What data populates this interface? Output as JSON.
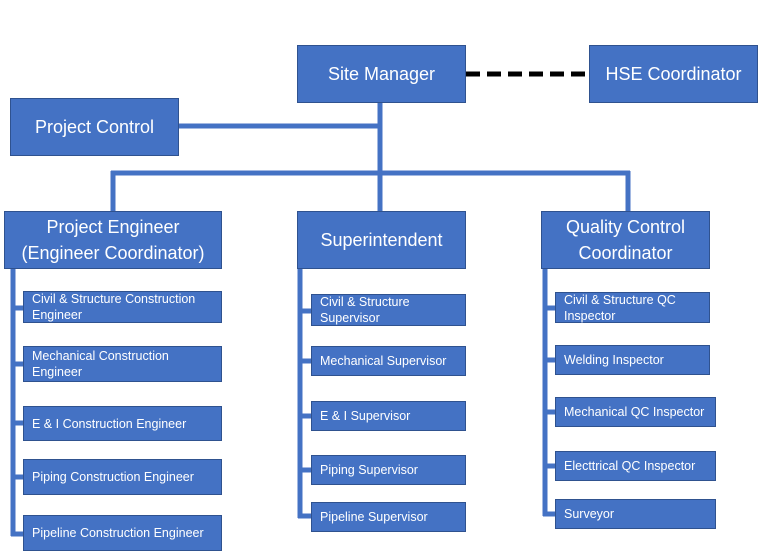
{
  "top": {
    "site_manager": "Site Manager",
    "hse_coordinator": "HSE Coordinator",
    "project_control": "Project Control"
  },
  "columns": {
    "engineer": {
      "title": "Project Engineer\n(Engineer Coordinator)",
      "items": [
        "Civil & Structure Construction\nEngineer",
        "Mechanical Construction\nEngineer",
        "E & I Construction Engineer",
        "Piping Construction Engineer",
        "Pipeline Construction Engineer"
      ]
    },
    "superintendent": {
      "title": "Superintendent",
      "items": [
        "Civil  & Structure\nSupervisor",
        "Mechanical Supervisor",
        "E & I Supervisor",
        "Piping Supervisor",
        "Pipeline Supervisor"
      ]
    },
    "quality": {
      "title": "Quality Control\nCoordinator",
      "items": [
        "Civil & Structure QC\nInspector",
        "Welding Inspector",
        "Mechanical QC Inspector",
        "Electtrical QC Inspector",
        "Surveyor"
      ]
    }
  }
}
